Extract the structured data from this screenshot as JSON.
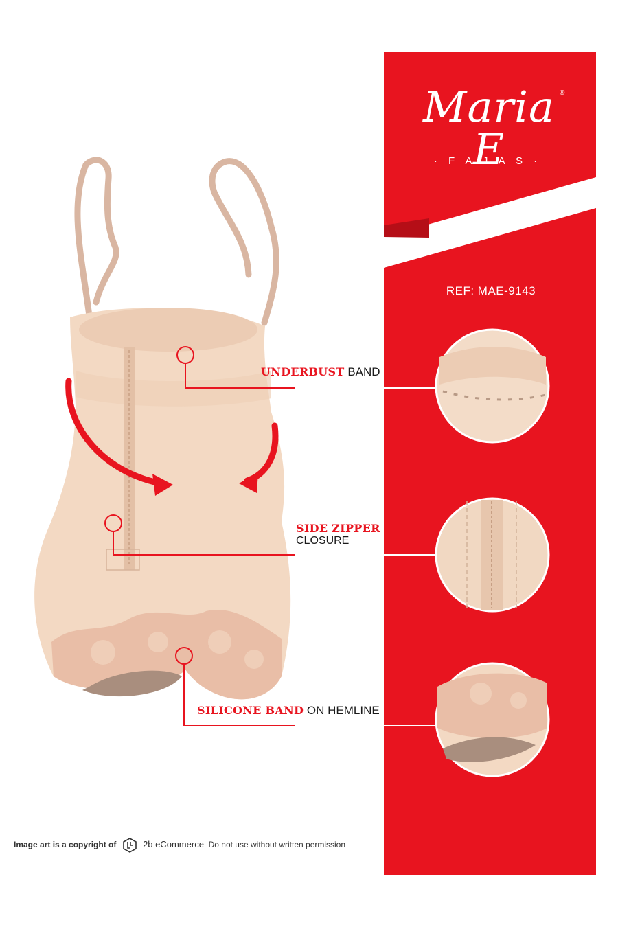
{
  "brand": {
    "name": "Maria E",
    "registered": "®",
    "subtitle": "· F A J A S ·"
  },
  "reference": "REF: MAE-9143",
  "callouts": {
    "underbust": {
      "highlight": "UNDERBUST",
      "rest": " BAND"
    },
    "zipper": {
      "highlight": "SIDE ZIPPER",
      "rest": "CLOSURE"
    },
    "silicone": {
      "highlight": "SILICONE BAND",
      "rest": " ON HEMLINE"
    }
  },
  "footer": {
    "prefix": "Image art is a copyright of",
    "company": "2b eCommerce",
    "suffix": "Do not use without written permission"
  },
  "colors": {
    "red": "#e8141f",
    "garment": "#f3d9c3",
    "lace": "#e9bea7",
    "strap": "#d9b6a2"
  }
}
